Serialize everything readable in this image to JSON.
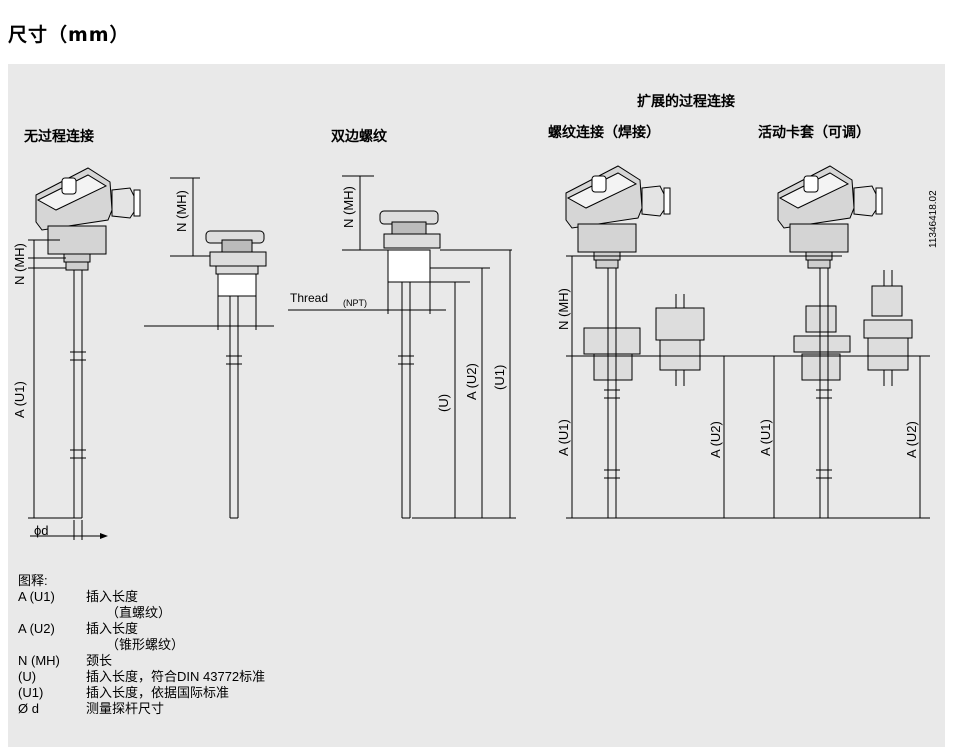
{
  "title": "尺寸（mm）",
  "sections": {
    "extended_title": "扩展的过程连接",
    "no_connection": "无过程连接",
    "double_thread": "双边螺纹",
    "thread_weld": "螺纹连接（焊接）",
    "movable_ferrule": "活动卡套（可调）"
  },
  "labels": {
    "n_mh": "N (MH)",
    "a_u1": "A (U1)",
    "a_u2": "A (U2)",
    "u": "(U)",
    "u1": "(U1)",
    "phi_d": "ϕd",
    "thread": "Thread",
    "npt": "(NPT)",
    "drawing_no": "11346418.02"
  },
  "legend": {
    "heading": "图释:",
    "items": [
      {
        "key": "A (U1)",
        "desc": "插入长度",
        "sub": "（直螺纹）"
      },
      {
        "key": "A (U2)",
        "desc": "插入长度",
        "sub": "（锥形螺纹）"
      },
      {
        "key": "N (MH)",
        "desc": "颈长",
        "sub": ""
      },
      {
        "key": "(U)",
        "desc": "插入长度，符合DIN 43772标准",
        "sub": ""
      },
      {
        "key": "(U1)",
        "desc": "插入长度，依据国际标准",
        "sub": ""
      },
      {
        "key": "Ø d",
        "desc": "测量探杆尺寸",
        "sub": ""
      }
    ]
  }
}
